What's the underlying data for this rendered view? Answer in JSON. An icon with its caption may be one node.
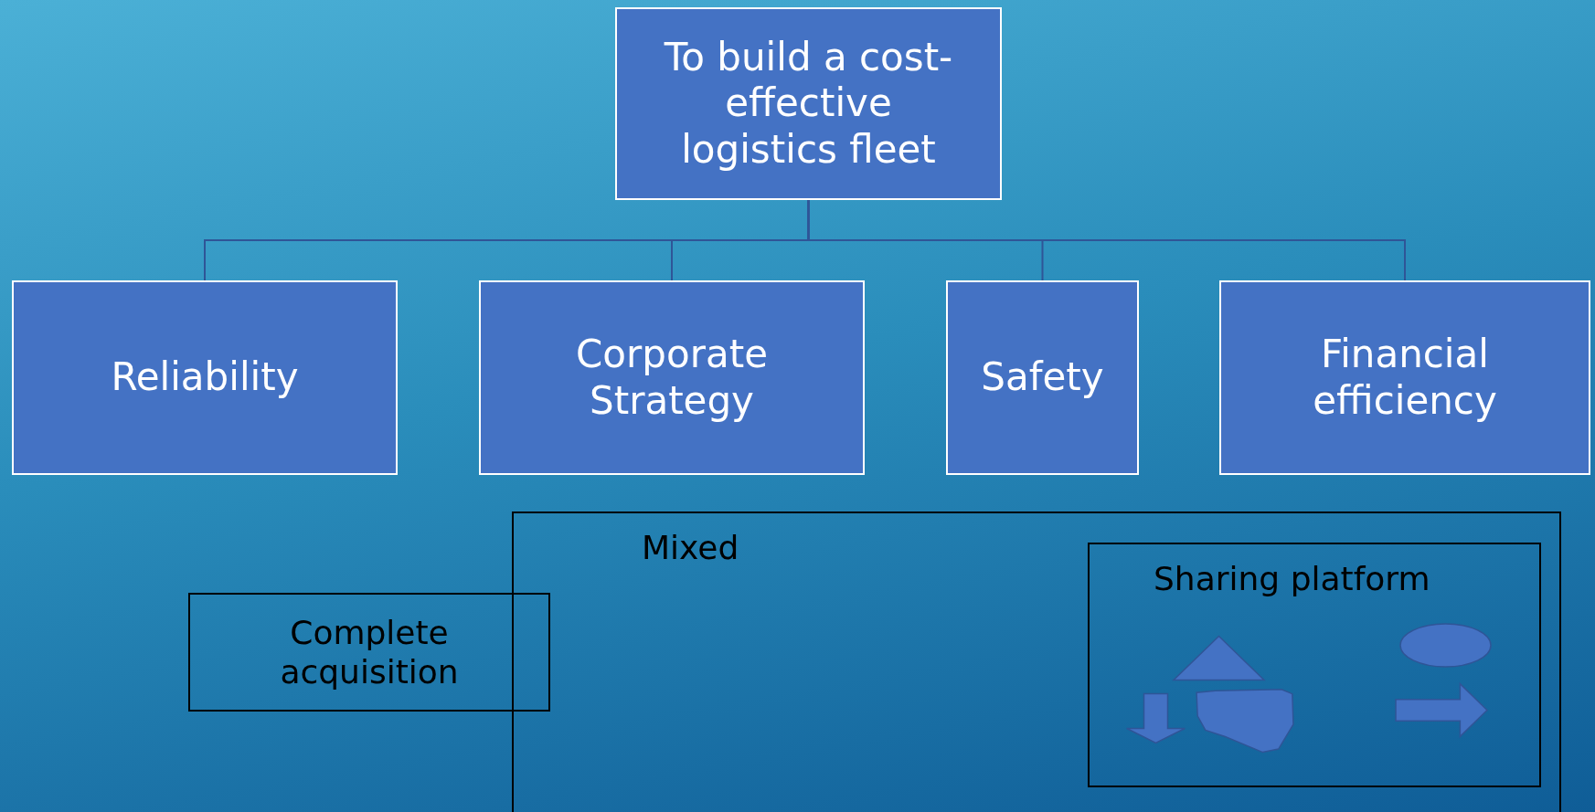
{
  "diagram": {
    "nodes": [
      {
        "text": [
          "To build a cost-effective logistics fleet"
        ]
      },
      {
        "text": [
          "Reliability"
        ]
      },
      {
        "text": [
          "Corporate Strategy"
        ]
      },
      {
        "text": [
          "Safety"
        ]
      },
      {
        "text": [
          "Financial efficiency"
        ]
      },
      {
        "text": [
          "Mixed"
        ]
      },
      {
        "text": [
          "Sharing platform"
        ],
        "in": 5
      },
      {
        "text": [
          "Complete acquisition"
        ]
      },
      {
        "text": [],
        "shape": "triangle",
        "in": 6
      },
      {
        "text": [],
        "shape": "ellipse",
        "in": 6
      },
      {
        "text": [],
        "shape": "arrow",
        "in": 6
      },
      {
        "text": [],
        "shape": "blob",
        "in": 6
      },
      {
        "text": [],
        "shape": "arrow",
        "in": 6
      }
    ],
    "edges": [
      {
        "from": 0,
        "to": 1,
        "arrow": "none"
      },
      {
        "from": 0,
        "to": 2,
        "arrow": "none"
      },
      {
        "from": 0,
        "to": 3,
        "arrow": "none"
      },
      {
        "from": 0,
        "to": 4,
        "arrow": "none"
      }
    ]
  }
}
